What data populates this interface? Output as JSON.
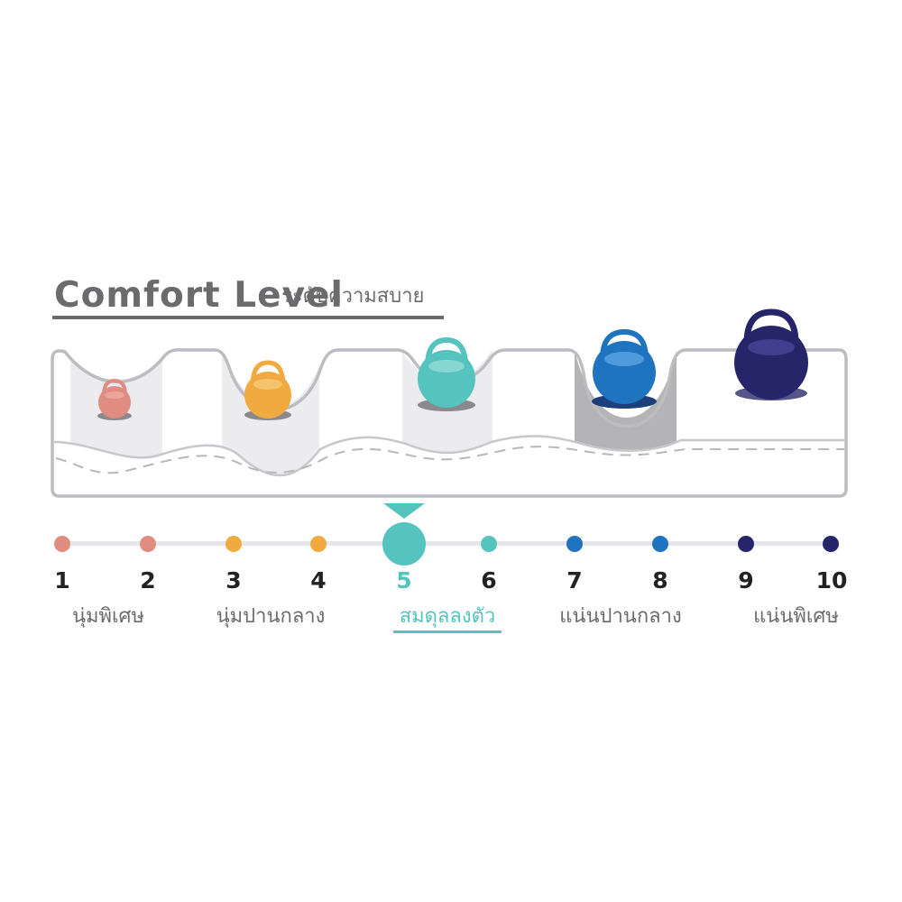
{
  "title": {
    "main": "Comfort Level",
    "sub": "ระดับความสบาย"
  },
  "colors": {
    "title_gray": "#6b6b6e",
    "mattress_outline": "#bdbdc1",
    "shade_light": "#ececee",
    "shade_dark": "#b4b4b7",
    "selected": "#55c4be",
    "level_1_2": "#e08c80",
    "level_3_4": "#f0aa40",
    "level_5_6": "#55c4be",
    "level_7_8": "#1f74c0",
    "level_9_10": "#26256a"
  },
  "scale": {
    "selected_level": 5,
    "levels": [
      {
        "number": "1",
        "color": "#e08c80"
      },
      {
        "number": "2",
        "color": "#e08c80"
      },
      {
        "number": "3",
        "color": "#f0aa40"
      },
      {
        "number": "4",
        "color": "#f0aa40"
      },
      {
        "number": "5",
        "color": "#55c4be"
      },
      {
        "number": "6",
        "color": "#55c4be"
      },
      {
        "number": "7",
        "color": "#1f74c0"
      },
      {
        "number": "8",
        "color": "#1f74c0"
      },
      {
        "number": "9",
        "color": "#26256a"
      },
      {
        "number": "10",
        "color": "#26256a"
      }
    ],
    "groups": [
      {
        "label": "นุ่มพิเศษ"
      },
      {
        "label": "นุ่มปานกลาง"
      },
      {
        "label": "สมดุลลงตัว"
      },
      {
        "label": "แน่นปานกลาง"
      },
      {
        "label": "แน่นพิเศษ"
      }
    ]
  },
  "weights": [
    {
      "icon": "kettlebell-icon",
      "color": "#e08c80",
      "sinks": 1.0
    },
    {
      "icon": "kettlebell-icon",
      "color": "#f0aa40",
      "sinks": 0.8
    },
    {
      "icon": "kettlebell-icon",
      "color": "#55c4be",
      "sinks": 0.6
    },
    {
      "icon": "kettlebell-icon",
      "color": "#1f74c0",
      "sinks": 0.4
    },
    {
      "icon": "kettlebell-icon",
      "color": "#26256a",
      "sinks": 0.0
    }
  ]
}
